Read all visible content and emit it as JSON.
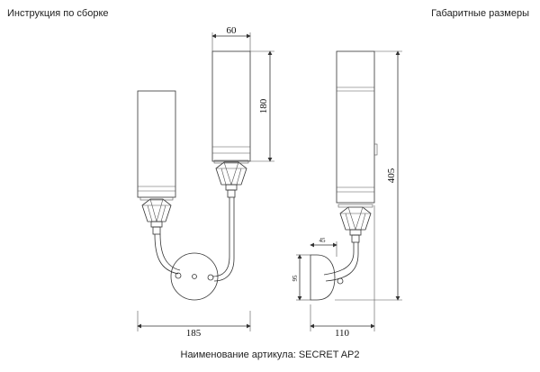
{
  "header": {
    "left": "Инструкция по сборке",
    "right": "Габаритные размеры"
  },
  "footer": {
    "label": "Наименование артикула: SECRET AP2"
  },
  "dimensions": {
    "top_width": "60",
    "shade_height": "180",
    "total_width": "185",
    "total_height": "405",
    "arm_offset": "45",
    "plate_height": "95",
    "depth": "110"
  }
}
